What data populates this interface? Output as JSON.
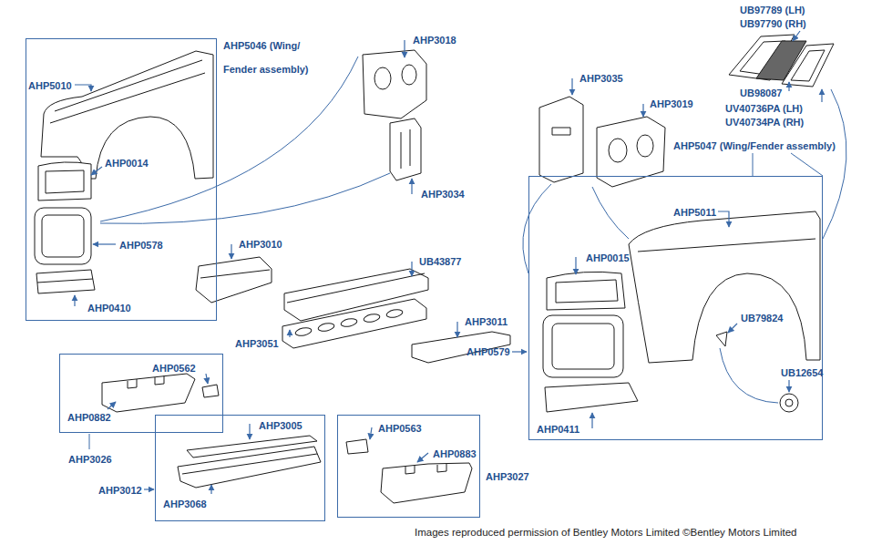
{
  "diagram": {
    "caption": "Images reproduced permission of Bentley Motors Limited ©Bentley Motors Limited",
    "nodes": [
      {
        "text": [
          "AHP5046 (Wing/ Fender assembly)",
          "AHP5010",
          "AHP0014",
          "AHP0578",
          "AHP0410"
        ]
      },
      {
        "text": [
          "AHP5047 (Wing/Fender assembly)",
          "AHP5011",
          "AHP0015",
          "UB79824",
          "UB12654",
          "AHP0411"
        ]
      },
      {
        "text": [
          "AHP3026",
          "AHP0562",
          "AHP0882"
        ]
      },
      {
        "text": [
          "AHP3012",
          "AHP3005",
          "AHP3068"
        ]
      },
      {
        "text": [
          "AHP3027",
          "AHP0563",
          "AHP0883"
        ]
      }
    ],
    "labels": [
      "AHP3018",
      "AHP3034",
      "AHP3035",
      "AHP3019",
      "UB97789 (LH)",
      "UB97790 (RH)",
      "UB98087",
      "UV40736PA (LH)",
      "UV40734PA (RH)",
      "AHP3010",
      "UB43877",
      "AHP3051",
      "AHP3011",
      "AHP0579"
    ]
  }
}
